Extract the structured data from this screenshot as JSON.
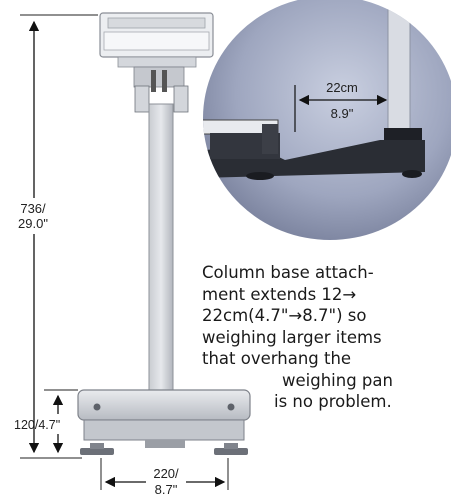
{
  "dimensions": {
    "height_total": {
      "line1": "736/",
      "line2": "29.0\""
    },
    "base_height": "120/4.7\"",
    "base_width": {
      "line1": "220/",
      "line2": "8.7\""
    },
    "inset_extension": {
      "cm": "22cm",
      "inch": "8.9\""
    }
  },
  "caption": {
    "lines": [
      "Column base attach-",
      "ment extends 12→",
      "22cm(4.7\"→8.7\") so",
      "weighing larger items",
      "that overhang the",
      "weighing pan",
      "is no problem."
    ]
  }
}
